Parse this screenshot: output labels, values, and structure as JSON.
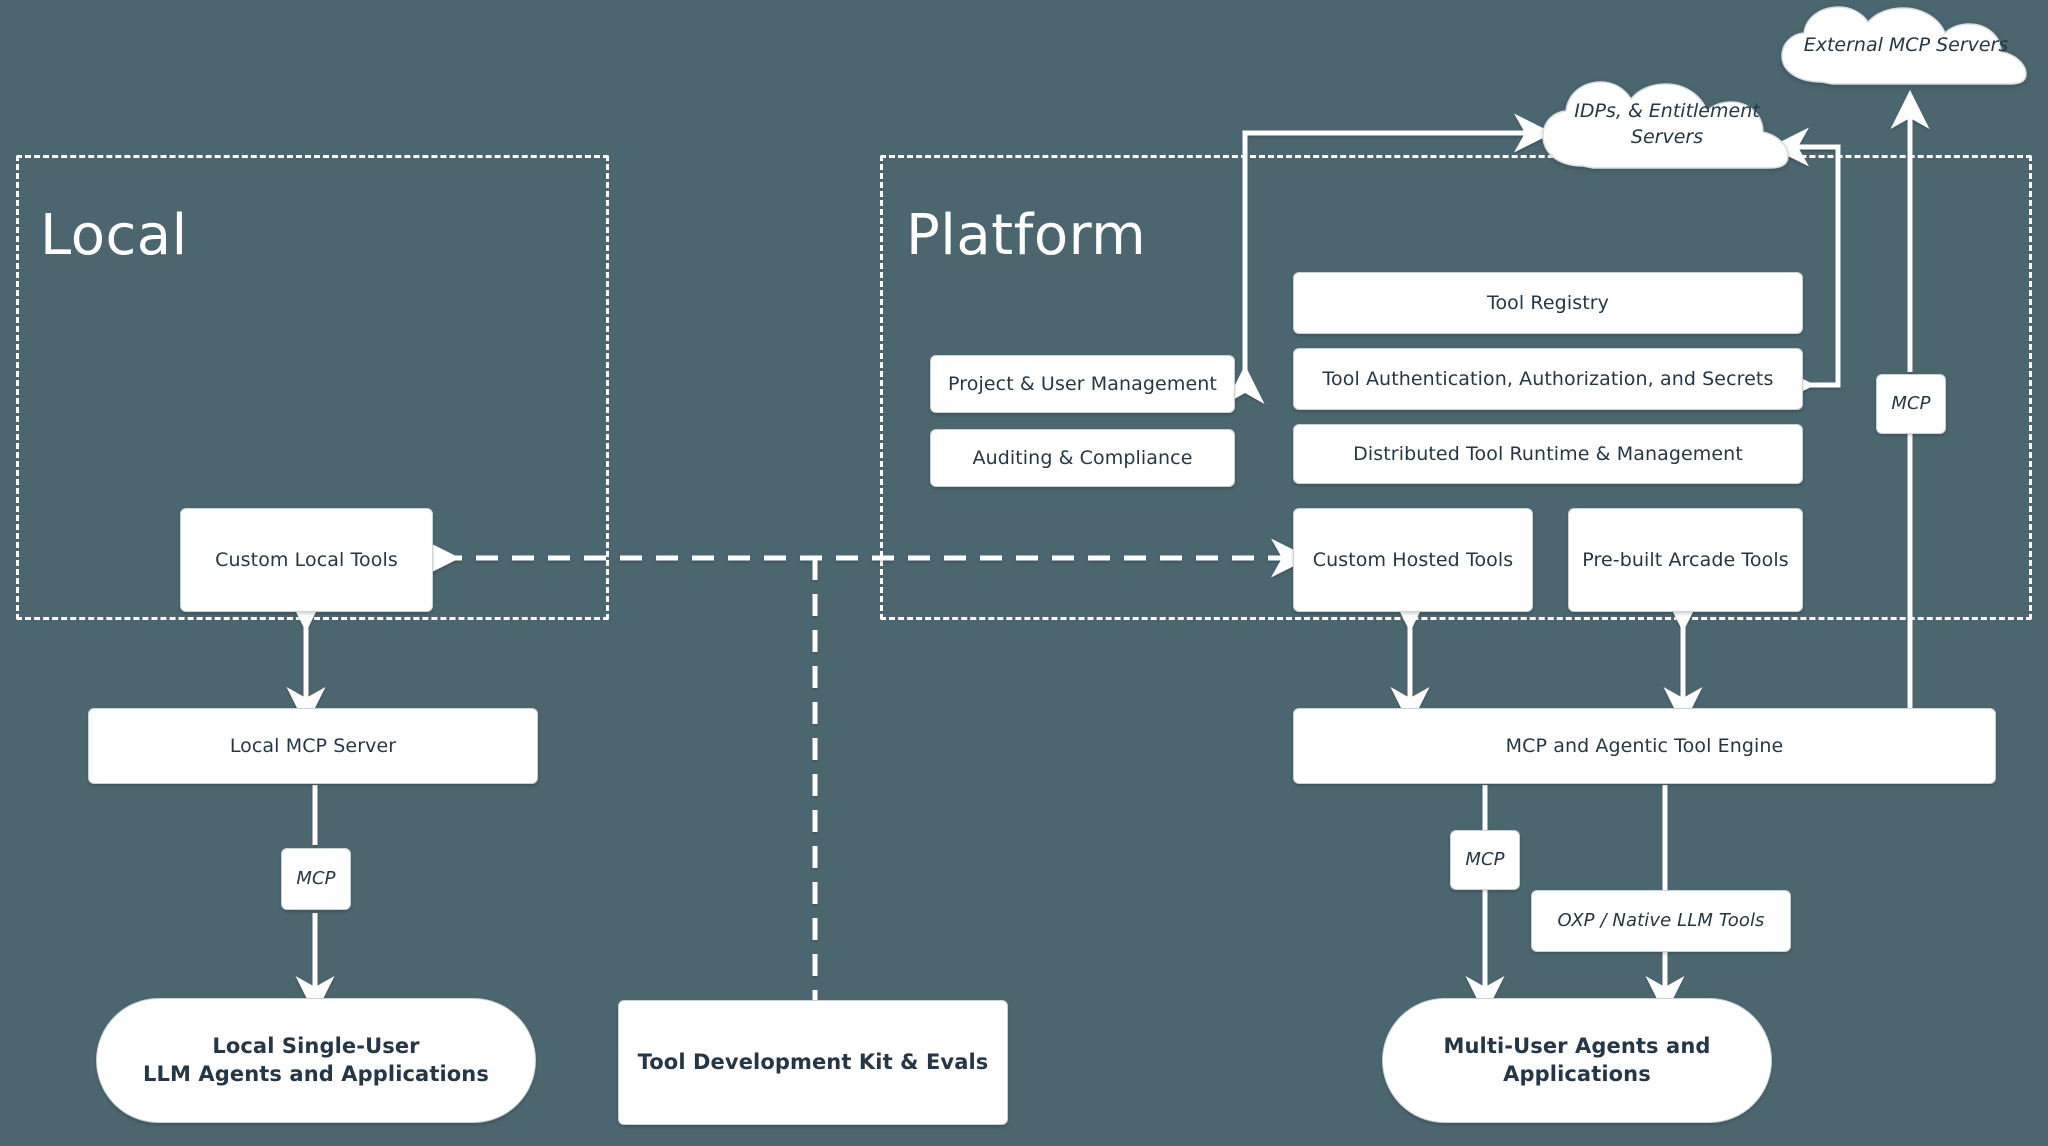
{
  "diagram": {
    "background_color": "#4c6670",
    "node_fill": "#ffffff",
    "node_text_color": "#253746",
    "stroke_color": "#ffffff"
  },
  "zones": [
    {
      "id": "local",
      "title": "Local"
    },
    {
      "id": "platform",
      "title": "Platform"
    }
  ],
  "clouds": [
    {
      "id": "external-mcp-servers",
      "label": "External MCP Servers"
    },
    {
      "id": "idps-entitlement-servers",
      "label": "IDPs, & Entitlement Servers"
    }
  ],
  "platform_boxes": {
    "project_user_management": "Project & User Management",
    "auditing_compliance": "Auditing & Compliance",
    "tool_registry": "Tool Registry",
    "tool_auth": "Tool Authentication, Authorization, and Secrets",
    "distributed_runtime": "Distributed Tool Runtime & Management",
    "custom_hosted_tools": "Custom Hosted Tools",
    "prebuilt_arcade_tools": "Pre-built Arcade Tools",
    "mcp_agentic_engine": "MCP and Agentic Tool Engine"
  },
  "local_boxes": {
    "custom_local_tools": "Custom Local Tools",
    "local_mcp_server": "Local MCP Server"
  },
  "edge_labels": {
    "mcp_local": "MCP",
    "mcp_right": "MCP",
    "mcp_bottom": "MCP",
    "oxp_native_llm_tools": "OXP / Native LLM Tools"
  },
  "consumers": {
    "local_agents_line1": "Local Single-User",
    "local_agents_line2": "LLM Agents and Applications",
    "tool_dev_kit": "Tool Development Kit & Evals",
    "multi_user_line1": "Multi-User Agents and",
    "multi_user_line2": "Applications"
  }
}
